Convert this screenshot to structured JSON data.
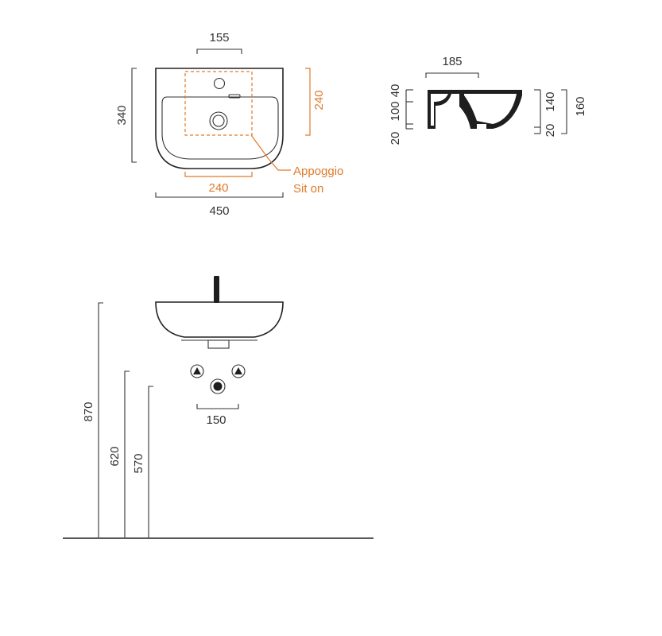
{
  "top_view": {
    "tap_spacing": "155",
    "depth": "340",
    "sit_on_depth": "240",
    "sit_on_width": "240",
    "width": "450",
    "note_it": "Appoggio",
    "note_en": "Sit on"
  },
  "side_view": {
    "top_width": "185",
    "left_dims": [
      "20",
      "100",
      "40"
    ],
    "right_inner_dims": [
      "20",
      "140"
    ],
    "total_height": "160"
  },
  "front_view": {
    "height_rim": "870",
    "height_waste": "620",
    "height_supply": "570",
    "supply_spacing": "150"
  },
  "colors": {
    "lines": "#333333",
    "accent": "#e07a2a",
    "solid": "#1e1e1e"
  }
}
